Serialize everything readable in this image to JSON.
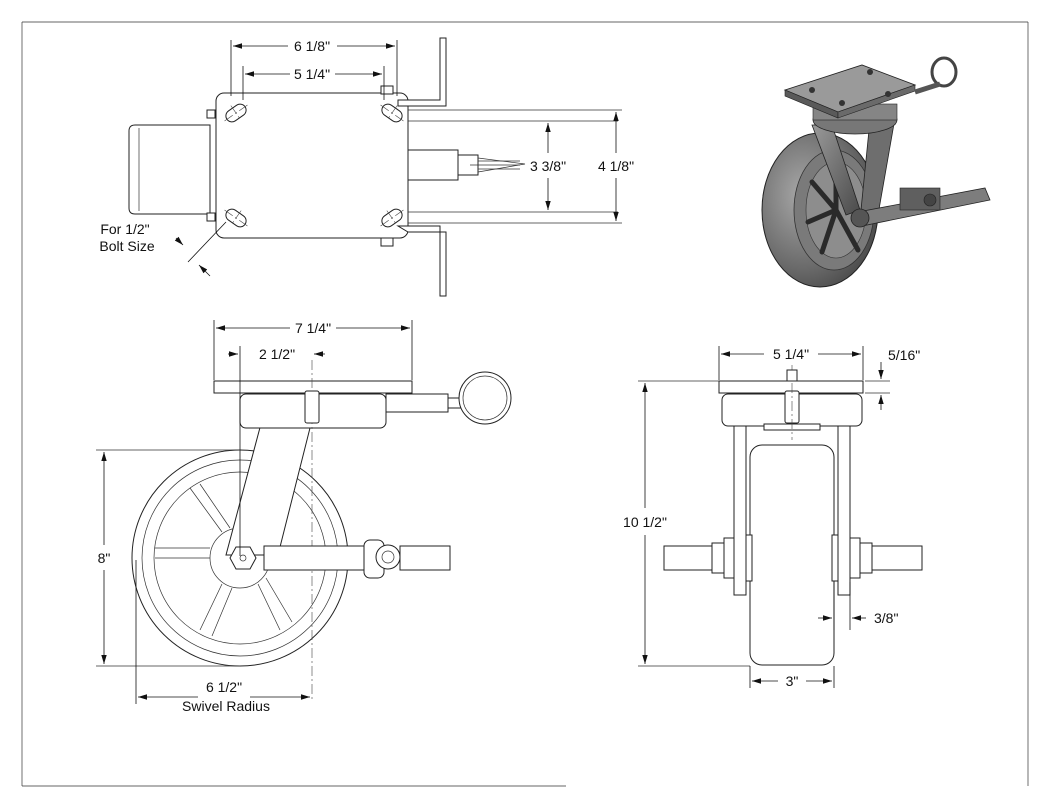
{
  "top_view": {
    "width_outer": "6 1/8\"",
    "width_inner": "5 1/4\"",
    "height_inner": "3 3/8\"",
    "height_outer": "4 1/8\"",
    "bolt_note_line1": "For 1/2\"",
    "bolt_note_line2": "Bolt Size"
  },
  "side_view": {
    "plate_width": "7 1/4\"",
    "offset": "2 1/2\"",
    "height": "8\"",
    "swivel_radius_value": "6 1/2\"",
    "swivel_radius_label": "Swivel Radius"
  },
  "front_view": {
    "plate_width": "5 1/4\"",
    "plate_thickness": "5/16\"",
    "overall_height": "10 1/2\"",
    "axle_offset": "3/8\"",
    "wheel_width": "3\""
  }
}
